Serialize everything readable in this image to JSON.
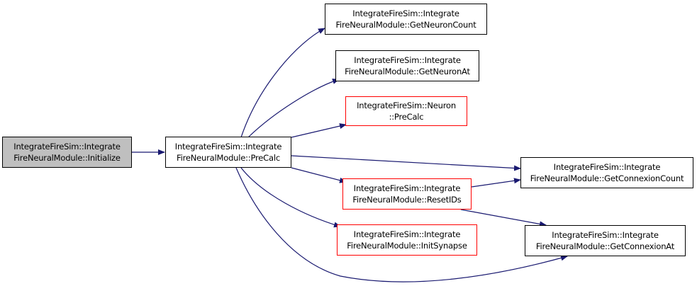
{
  "colors": {
    "edge": "#191970",
    "node_border": "#000000",
    "node_border_expandable": "#ff0000",
    "current_node_fill": "#bfbfbf"
  },
  "nodes": {
    "initialize": {
      "line1": "IntegrateFireSim::Integrate",
      "line2": "FireNeuralModule::Initialize"
    },
    "precalc": {
      "line1": "IntegrateFireSim::Integrate",
      "line2": "FireNeuralModule::PreCalc"
    },
    "getneuroncount": {
      "line1": "IntegrateFireSim::Integrate",
      "line2": "FireNeuralModule::GetNeuronCount"
    },
    "getneuronat": {
      "line1": "IntegrateFireSim::Integrate",
      "line2": "FireNeuralModule::GetNeuronAt"
    },
    "neuron_precalc": {
      "line1": "IntegrateFireSim::Neuron",
      "line2": "::PreCalc"
    },
    "resetids": {
      "line1": "IntegrateFireSim::Integrate",
      "line2": "FireNeuralModule::ResetIDs"
    },
    "initsynapse": {
      "line1": "IntegrateFireSim::Integrate",
      "line2": "FireNeuralModule::InitSynapse"
    },
    "getconnexioncount": {
      "line1": "IntegrateFireSim::Integrate",
      "line2": "FireNeuralModule::GetConnexionCount"
    },
    "getconnexionat": {
      "line1": "IntegrateFireSim::Integrate",
      "line2": "FireNeuralModule::GetConnexionAt"
    }
  }
}
